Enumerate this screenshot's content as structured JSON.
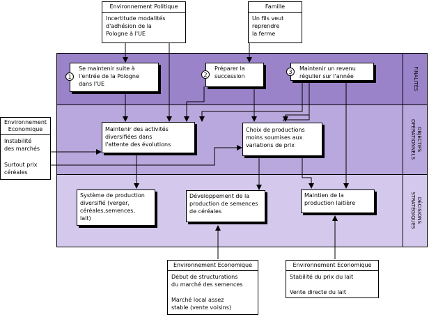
{
  "env_politique": {
    "title": "Environnement Politique",
    "body": "Incertitude modalités\nd'adhésion de la\nPologne à l'UE"
  },
  "famille": {
    "title": "Famille",
    "body": "Un fils veut\nreprendre\nla ferme"
  },
  "bands": {
    "finalites": "FINALITÉS",
    "objectifs": "OBJECTIFS\nOPÉRATIONNELS",
    "decisions": "DÉCISIONS\nSTRATÉGIQUES"
  },
  "finalites": [
    {
      "num": "1",
      "text": "Se maintenir suite à\nl'entrée de la Pologne\ndans l'UE"
    },
    {
      "num": "2",
      "text": "Préparer la\nsuccession"
    },
    {
      "num": "3",
      "text": "Maintenir un revenu\nrégulier sur l'année"
    }
  ],
  "env_eco_left": {
    "title": "Environnement\nEconomique",
    "item1": "Instabilité\ndes marchés",
    "item2": "Surtout prix\ncéréales"
  },
  "objectifs": [
    {
      "text": "Maintenir des activités\ndiversifiées dans\nl'attente des évolutions"
    },
    {
      "text": "Choix de productions\nmoins soumises aux\nvariations de prix"
    }
  ],
  "decisions": [
    {
      "text": "Système de production\ndiversifié (verger,\ncéréales,semences,\nlait)"
    },
    {
      "text": "Développement de la\nproduction de semences\nde céréales"
    },
    {
      "text": "Maintien de la\nproduction laitière"
    }
  ],
  "env_eco_bottom1": {
    "title": "Environnement Economique",
    "body": "Début de structurations\ndu marché des semences\n\nMarché local assez\nstable (vente voisins)"
  },
  "env_eco_bottom2": {
    "title": "Environnement Economique",
    "body": "Stabilité du prix du lait\n\nVente directe du lait"
  }
}
